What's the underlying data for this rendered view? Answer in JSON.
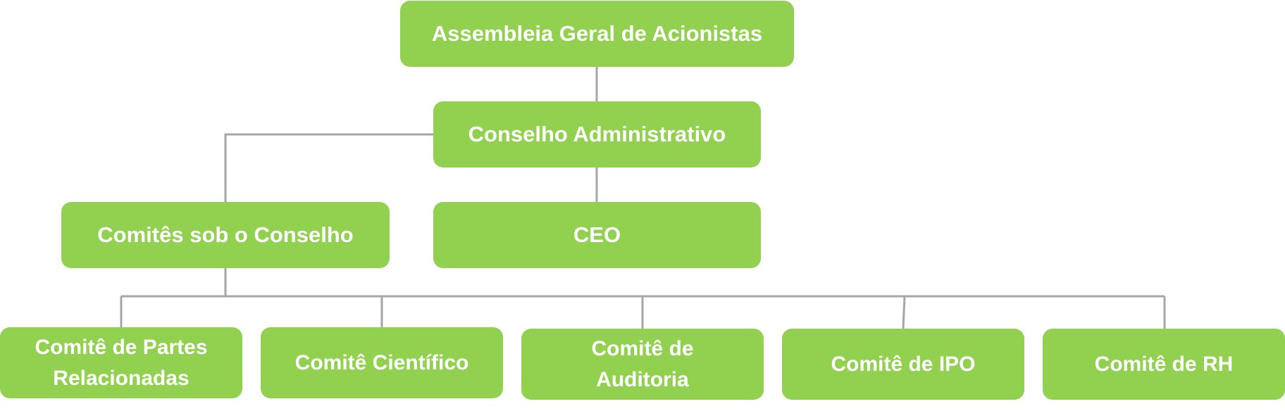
{
  "diagram": {
    "line_color": "#a6a6a6",
    "box_color": "#92d050",
    "text_color": "#ffffff",
    "nodes": {
      "assembly": "Assembleia Geral de Acionistas",
      "board": "Conselho Administrativo",
      "committees_under_board": "Comitês sob o Conselho",
      "ceo": "CEO",
      "related_parties_line1": "Comitê de Partes",
      "related_parties_line2": "Relacionadas",
      "scientific": "Comitê Científico",
      "audit_line1": "Comitê de",
      "audit_line2": "Auditoria",
      "ipo": "Comitê de IPO",
      "hr": "Comitê de RH"
    }
  }
}
